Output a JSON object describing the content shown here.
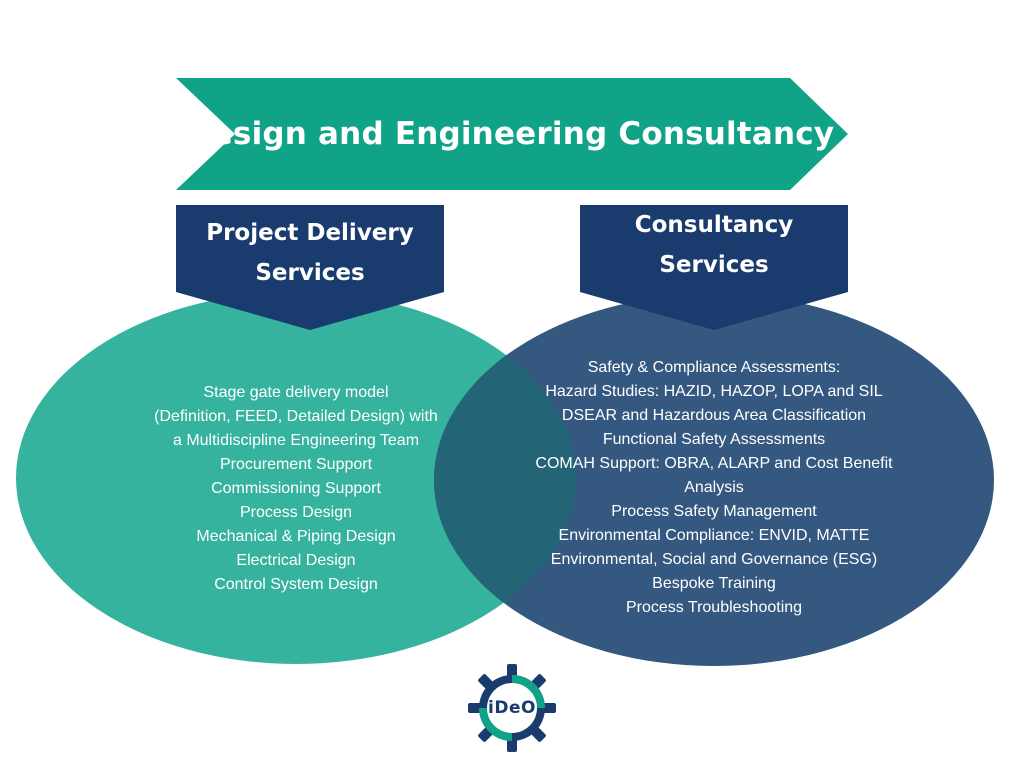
{
  "colors": {
    "teal": "#10a387",
    "teal_light": "#36b39e",
    "navy": "#1a3b6e",
    "slate_blue": "#34587f",
    "overlap": "#236577",
    "white": "#ffffff"
  },
  "banner": {
    "title": "Design and Engineering Consultancy"
  },
  "left": {
    "title_lines": [
      "Project Delivery",
      "Services"
    ],
    "items": [
      "Stage gate delivery model",
      "(Definition, FEED, Detailed Design) with",
      "a Multidiscipline Engineering Team",
      "Procurement Support",
      "Commissioning Support",
      "Process Design",
      "Mechanical & Piping Design",
      "Electrical Design",
      "Control System Design"
    ]
  },
  "right": {
    "title_lines": [
      "Consultancy",
      "Services"
    ],
    "items": [
      "Safety & Compliance Assessments:",
      "Hazard Studies: HAZID, HAZOP, LOPA and SIL",
      "DSEAR and Hazardous Area Classification",
      "Functional Safety Assessments",
      "COMAH Support: OBRA, ALARP and Cost Benefit",
      "Analysis",
      "Process Safety Management",
      "Environmental Compliance: ENVID, MATTE",
      "Environmental, Social and Governance (ESG)",
      "Bespoke Training",
      "Process Troubleshooting"
    ]
  },
  "logo": {
    "text": "iDeO",
    "icon": "gear-icon"
  }
}
